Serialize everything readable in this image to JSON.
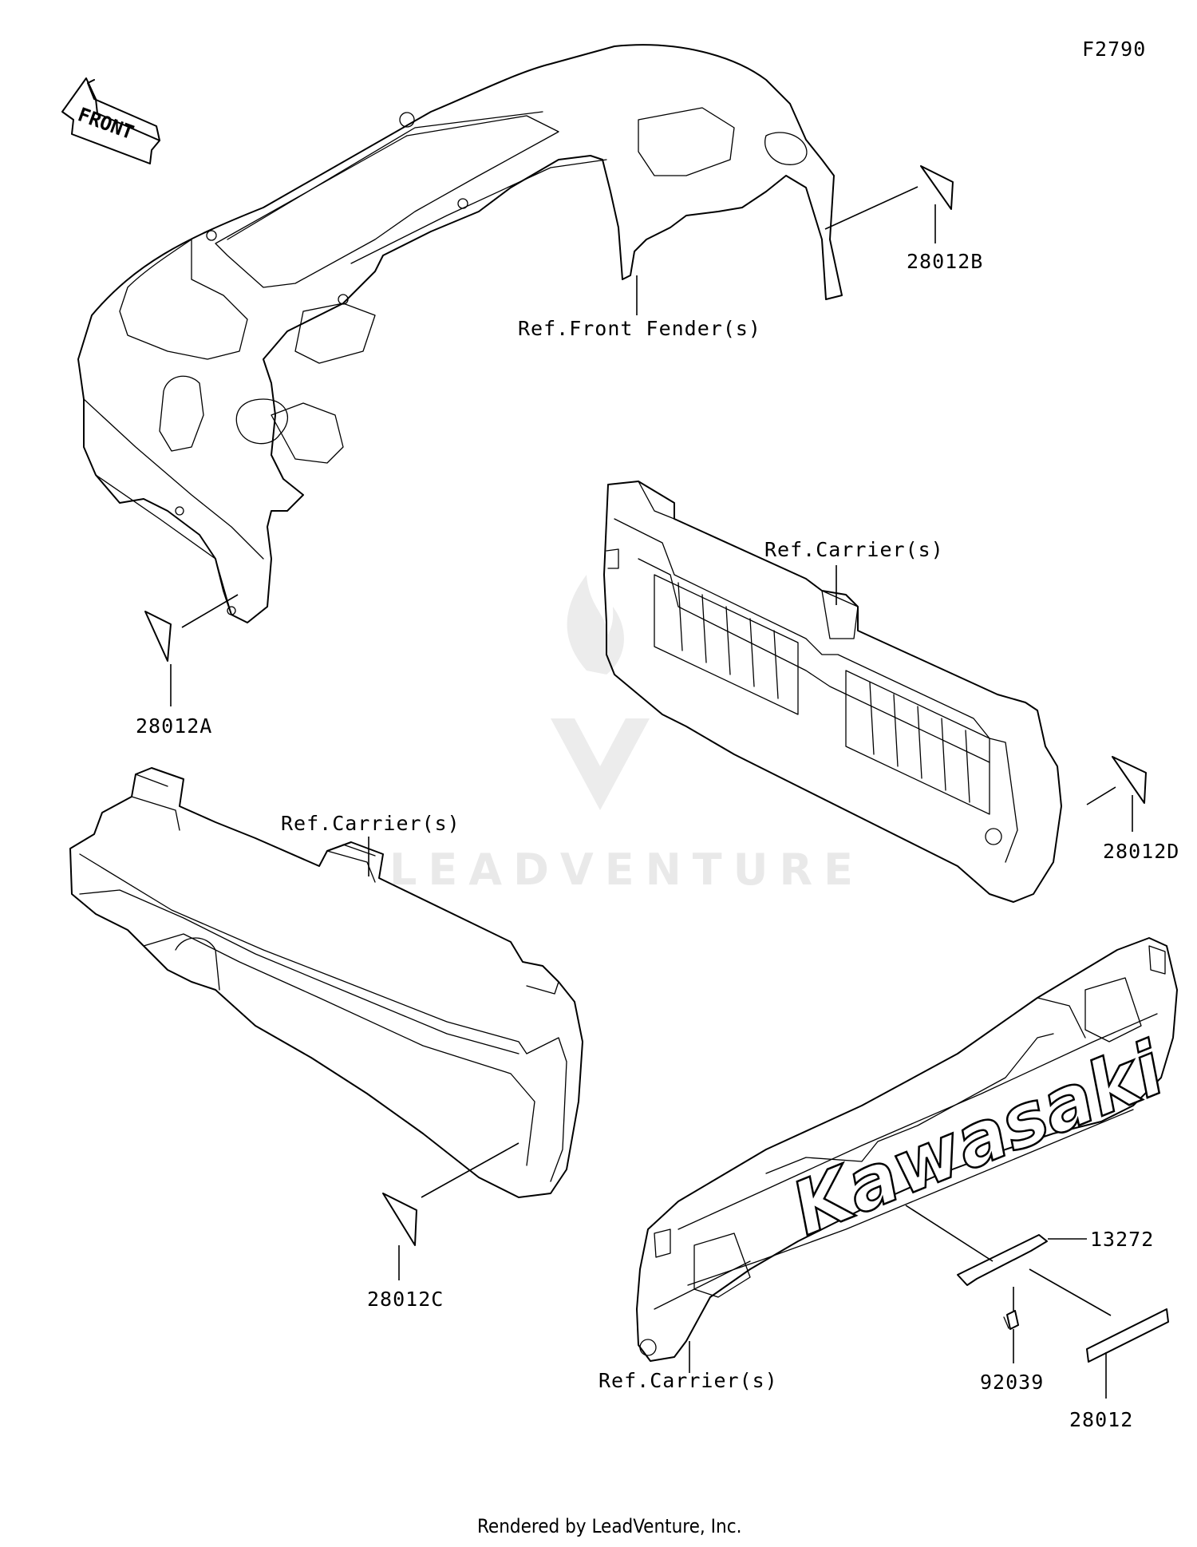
{
  "figure_code": "F2790",
  "front_label": "FRONT",
  "watermark": "LEADVENTURE",
  "brand_text": "Kawasaki",
  "callouts": {
    "part_28012A": "28012A",
    "part_28012B": "28012B",
    "part_28012C": "28012C",
    "part_28012D": "28012D",
    "part_13272": "13272",
    "part_92039": "92039",
    "part_28012": "28012",
    "ref_front_fender": "Ref.Front Fender(s)",
    "ref_carrier_upper": "Ref.Carrier(s)",
    "ref_carrier_left": "Ref.Carrier(s)",
    "ref_carrier_lower": "Ref.Carrier(s)"
  },
  "footer": "Rendered by LeadVenture, Inc."
}
